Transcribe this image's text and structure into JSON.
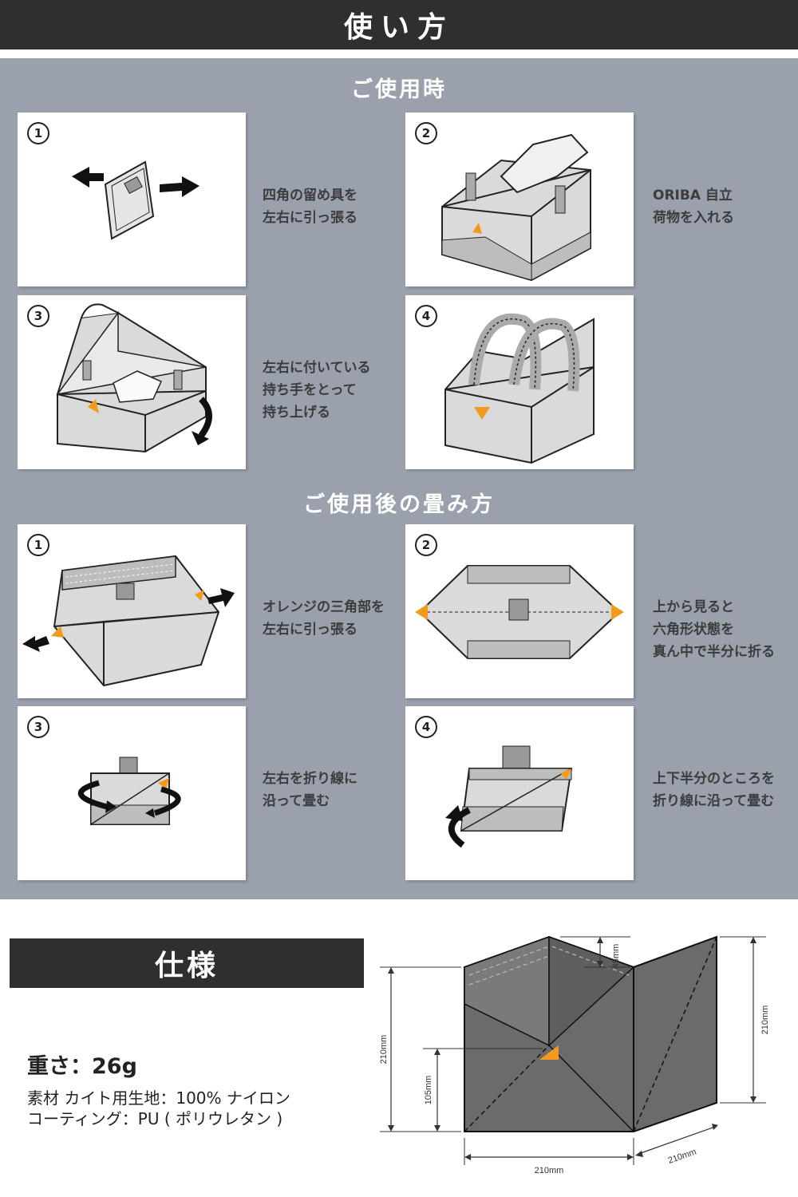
{
  "header": {
    "title": "使い方"
  },
  "usage": {
    "title": "ご使用時",
    "steps": [
      {
        "num": "1",
        "text": "四角の留め具を\n左右に引っ張る"
      },
      {
        "num": "2",
        "text": "ORIBA 自立\n荷物を入れる"
      },
      {
        "num": "3",
        "text": "左右に付いている\n持ち手をとって\n持ち上げる"
      },
      {
        "num": "4",
        "text": ""
      }
    ]
  },
  "folding": {
    "title": "ご使用後の畳み方",
    "steps": [
      {
        "num": "1",
        "text": "オレンジの三角部を\n左右に引っ張る"
      },
      {
        "num": "2",
        "text": "上から見ると\n六角形状態を\n真ん中で半分に折る"
      },
      {
        "num": "3",
        "text": "左右を折り線に\n沿って畳む"
      },
      {
        "num": "4",
        "text": "上下半分のところを\n折り線に沿って畳む"
      }
    ]
  },
  "spec": {
    "title": "仕様",
    "weight": "重さ：26g",
    "material": "素材 カイト用生地：100% ナイロン",
    "coating": "コーティング：PU ( ポリウレタン )",
    "dims": {
      "d45": "45mm",
      "d210_right": "210mm",
      "d210_left": "210mm",
      "d105": "105mm",
      "d210_bottom": "210mm",
      "d210_depth": "210mm"
    }
  },
  "colors": {
    "accent": "#f39a1e",
    "dark": "#2f2f2f",
    "panel_bg": "#9aa0ac",
    "bag_gray": "#6b6b6b"
  }
}
